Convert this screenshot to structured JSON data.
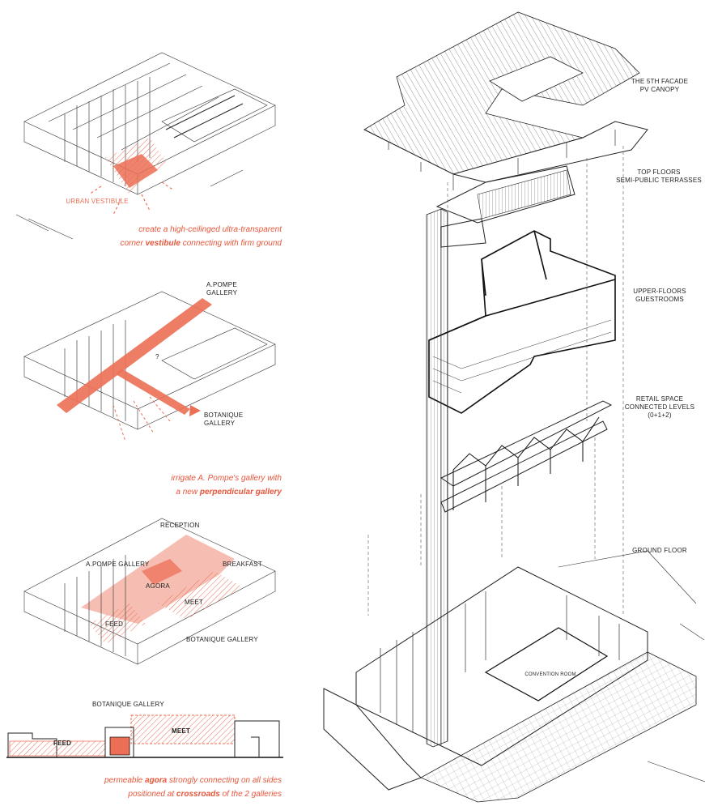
{
  "colors": {
    "accent": "#ec6f55",
    "accent_text": "#e8553a",
    "line": "#222222",
    "background": "#ffffff"
  },
  "left": {
    "panel1": {
      "label": "URBAN VESTIBULE",
      "caption": {
        "line1": "create a high-ceilinged ultra-transparent",
        "line2_pre": "corner ",
        "line2_bold": "vestibule",
        "line2_post": " connecting with firm ground"
      }
    },
    "panel2": {
      "label_top_line1": "A.POMPE",
      "label_top_line2": "GALLERY",
      "label_question": "?",
      "label_bottom_line1": "BOTANIQUE",
      "label_bottom_line2": "GALLERY",
      "caption": {
        "line1": "irrigate A. Pompe's gallery with",
        "line2_pre": "a new ",
        "line2_bold": "perpendicular gallery"
      }
    },
    "panel3": {
      "labels": {
        "reception": "RECEPTION",
        "pompe": "A.POMPE GALLERY",
        "breakfast": "BREAKFAST",
        "agora": "AGORA",
        "meet": "MEET",
        "feed": "FEED",
        "botanique": "BOTANIQUE GALLERY"
      }
    },
    "section": {
      "title": "BOTANIQUE GALLERY",
      "feed": "FEED",
      "meet": "MEET",
      "caption": {
        "line1_pre": "permeable ",
        "line1_bold": "agora",
        "line1_post": " strongly connecting on all sides",
        "line2_pre": "positioned at ",
        "line2_bold": "crossroads",
        "line2_post": " of the 2 galleries"
      }
    }
  },
  "right": {
    "labels": {
      "facade_line1": "THE 5TH FACADE",
      "facade_line2": "PV CANOPY",
      "top_line1": "TOP FLOORS",
      "top_line2": "SEMI-PUBLIC TERRASSES",
      "upper_line1": "UPPER-FLOORS",
      "upper_line2": "GUESTROOMS",
      "retail_line1": "RETAIL SPACE",
      "retail_line2": "CONNECTED LEVELS",
      "retail_line3": "(0+1+2)",
      "ground": "GROUND FLOOR",
      "convention": "CONVENTION ROOM"
    }
  }
}
